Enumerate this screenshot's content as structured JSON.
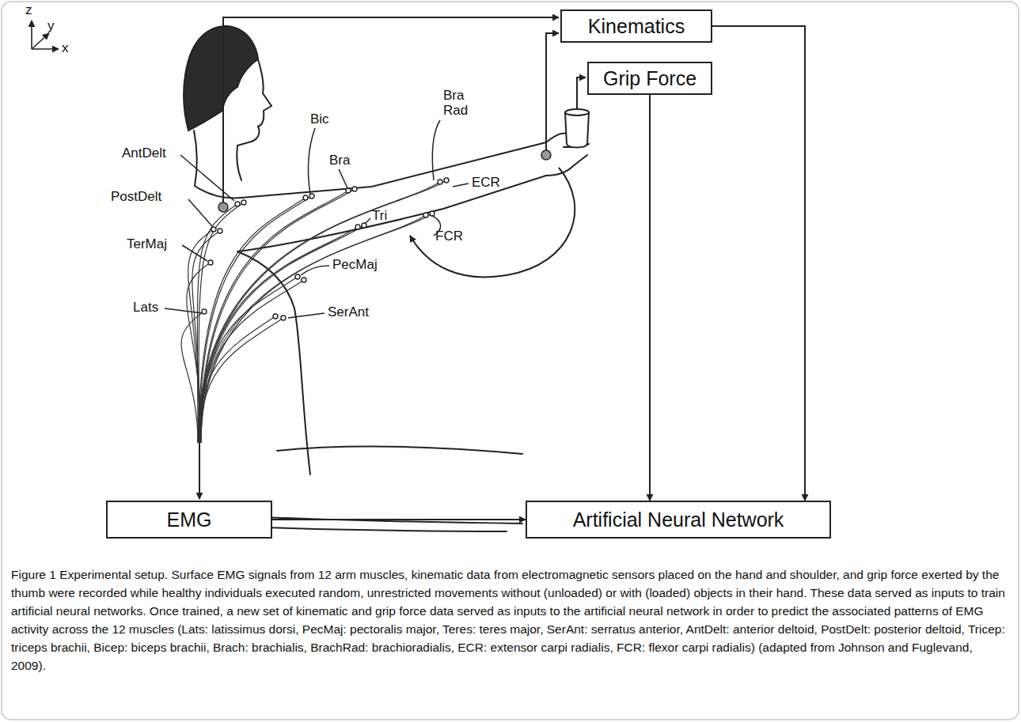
{
  "diagram": {
    "caption": "Figure 1 Experimental setup. Surface EMG signals from 12 arm muscles, kinematic data from electromagnetic sensors placed on the hand and shoulder, and grip force exerted by the thumb were recorded while healthy individuals executed random, unrestricted movements without (unloaded) or with (loaded) objects in their hand. These data served as inputs to train artificial neural networks. Once trained, a new set of kinematic and grip force data served as inputs to the artificial neural network in order to predict the associated patterns of EMG activity across the 12 muscles (Lats: latissimus dorsi, PecMaj: pectoralis major, Teres: teres major, SerAnt: serratus anterior, AntDelt: anterior deltoid, PostDelt: posterior deltoid, Tricep: triceps brachii, Bicep: biceps brachii, Brach: brachialis, BrachRad: brachioradialis, ECR: extensor carpi radialis, FCR: flexor carpi radialis) (adapted from Johnson and Fuglevand, 2009).",
    "nodes": [
      {
        "text": [
          "Kinematics"
        ]
      },
      {
        "text": [
          "Grip Force"
        ]
      },
      {
        "text": [
          "EMG"
        ]
      },
      {
        "text": [
          "Artificial Neural Network"
        ]
      }
    ],
    "edges": [
      {
        "from": 0,
        "to": 3,
        "arrow": "to"
      },
      {
        "from": 1,
        "to": 3,
        "arrow": "to"
      },
      {
        "from": 2,
        "to": 3,
        "arrow": "to"
      }
    ],
    "labels": [
      "z",
      "y",
      "x",
      "AntDelt",
      "PostDelt",
      "TerMaj",
      "Lats",
      "Bic",
      "Bra",
      "Bra Rad",
      "ECR",
      "Tri",
      "FCR",
      "PecMaj",
      "SerAnt"
    ]
  }
}
